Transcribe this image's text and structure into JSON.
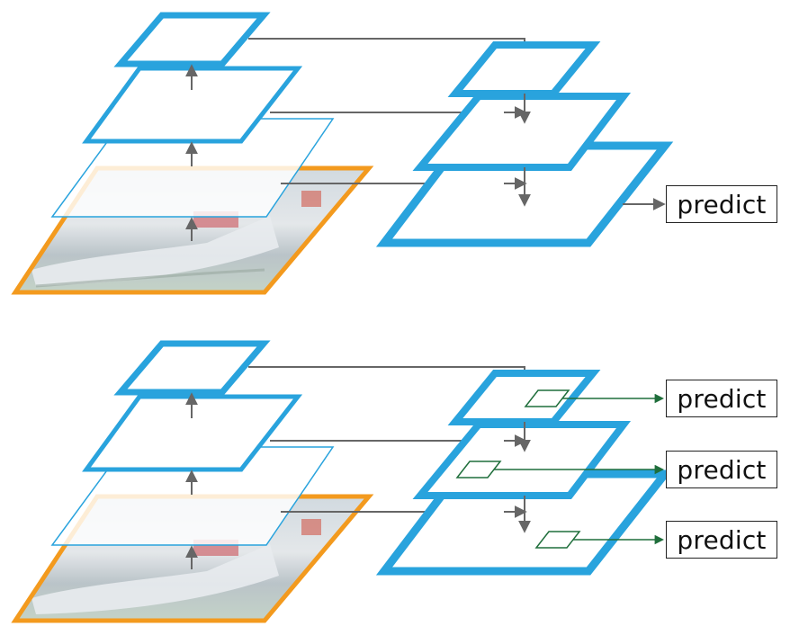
{
  "panels": [
    {
      "id": "single",
      "outputs": [
        "predict"
      ]
    },
    {
      "id": "multi",
      "outputs": [
        "predict",
        "predict",
        "predict"
      ]
    }
  ],
  "colors": {
    "pyramid_blue": "#29a3dd",
    "image_orange": "#f39a1e",
    "arrow_gray": "#666666",
    "head_green": "#1f6e3b",
    "text": "#111111"
  },
  "icons": [
    "boat-image-thumbnail"
  ]
}
